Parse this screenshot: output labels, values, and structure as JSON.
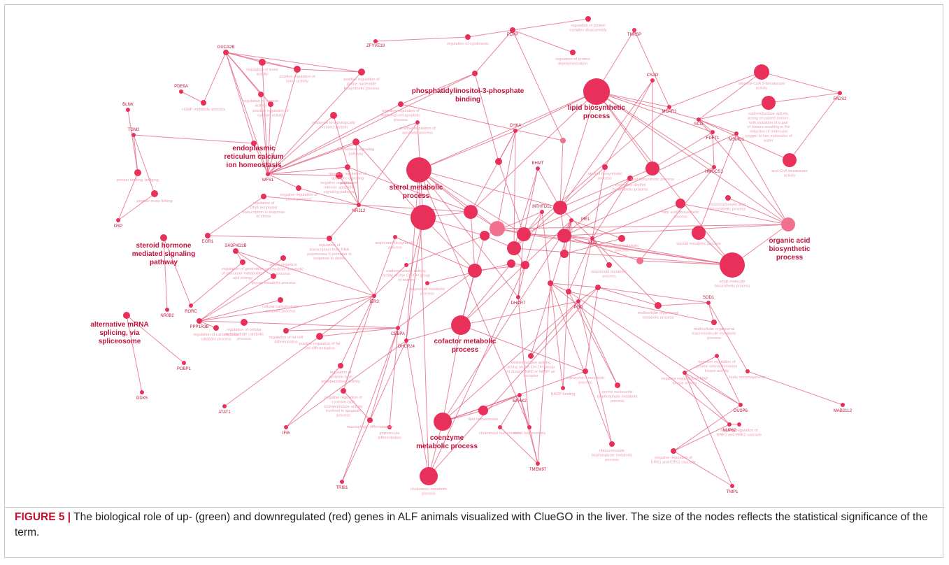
{
  "colors": {
    "node": "#e8305a",
    "node_light": "#f0708e",
    "edge": "#e25d7e",
    "gene_label": "#c0143c",
    "term_label": "#ee9ab0",
    "major_label": "#c0143c"
  },
  "caption": {
    "label": "FIGURE 5 |",
    "text": " The biological role of up- (green) and downregulated (red) genes in ALF animals visualized with ClueGO in the liver. The size of the nodes reflects the statistical significance of the term."
  },
  "network": {
    "genes": [
      {
        "id": "GUCA2B",
        "label": "GUCA2B"
      },
      {
        "id": "PDE9A",
        "label": "PDE9A"
      },
      {
        "id": "BLNK",
        "label": "BLNK"
      },
      {
        "id": "TGM2",
        "label": "TGM2"
      },
      {
        "id": "DSP",
        "label": "DSP"
      },
      {
        "id": "WFS1",
        "label": "WFS1"
      },
      {
        "id": "NR2L2",
        "label": "NR2L2"
      },
      {
        "id": "EGR1",
        "label": "EGR1"
      },
      {
        "id": "SH3PXD2B",
        "label": "SH3PXD2B"
      },
      {
        "id": "RORC",
        "label": "RORC"
      },
      {
        "id": "NR0B2",
        "label": "NR0B2"
      },
      {
        "id": "PPP1R3B",
        "label": "PPP1R3B"
      },
      {
        "id": "IER3",
        "label": "IER3"
      },
      {
        "id": "POBP1",
        "label": "POBP1"
      },
      {
        "id": "DDX5",
        "label": "DDX5"
      },
      {
        "id": "ATAT1",
        "label": "ATAT1"
      },
      {
        "id": "IFI6",
        "label": "IFI6"
      },
      {
        "id": "TRIB1",
        "label": "TRIB1"
      },
      {
        "id": "CEBPA",
        "label": "CEBPA"
      },
      {
        "id": "DHCR24",
        "label": "DHCR24"
      },
      {
        "id": "ZFYVE19",
        "label": "ZFYVE19"
      },
      {
        "id": "PDXP",
        "label": "PDXP"
      },
      {
        "id": "THRSP",
        "label": "THRSP"
      },
      {
        "id": "CSAD",
        "label": "CSAD"
      },
      {
        "id": "MCPR1",
        "label": "MCPR1"
      },
      {
        "id": "SCD",
        "label": "SCD"
      },
      {
        "id": "FADS2",
        "label": "FADS2"
      },
      {
        "id": "FDFT1",
        "label": "FDFT1"
      },
      {
        "id": "MSMO1",
        "label": "MSMO1"
      },
      {
        "id": "HMGCS1",
        "label": "HMGCS1"
      },
      {
        "id": "CHKA",
        "label": "CHKA"
      },
      {
        "id": "BHMT",
        "label": "BHMT"
      },
      {
        "id": "MTHFD1L",
        "label": "MTHFD1L"
      },
      {
        "id": "ME1",
        "label": "ME1"
      },
      {
        "id": "DHCR7",
        "label": "DHCR7"
      },
      {
        "id": "PGD",
        "label": "PGD"
      },
      {
        "id": "EPHX2",
        "label": "EPHX2"
      },
      {
        "id": "TMEM97",
        "label": "TMEM97"
      },
      {
        "id": "DUSP6",
        "label": "DUSP6"
      },
      {
        "id": "NUP62",
        "label": "NUP62"
      },
      {
        "id": "TNIP1",
        "label": "TNIP1"
      },
      {
        "id": "MAB21L2",
        "label": "MAB21L2"
      },
      {
        "id": "SOD1",
        "label": "SOD1"
      },
      {
        "id": "XND",
        "label": "XND"
      }
    ],
    "major_terms": [
      {
        "id": "lipid_biosynthetic",
        "lines": [
          "lipid biosynthetic",
          "process"
        ]
      },
      {
        "id": "pi3p_binding",
        "lines": [
          "phosphatidylinositol-3-phosphate",
          "binding"
        ]
      },
      {
        "id": "er_calcium",
        "lines": [
          "endoplasmic",
          "reticulum calcium",
          "ion homeostasis"
        ]
      },
      {
        "id": "sterol_metabolic",
        "lines": [
          "sterol metabolic",
          "process"
        ]
      },
      {
        "id": "steroid_hormone",
        "lines": [
          "steroid hormone",
          "mediated signaling",
          "pathway"
        ]
      },
      {
        "id": "alt_splicing",
        "lines": [
          "alternative mRNA",
          "splicing, via",
          "spliceosome"
        ]
      },
      {
        "id": "cofactor_metabolic",
        "lines": [
          "cofactor metabolic",
          "process"
        ]
      },
      {
        "id": "coenzyme_metabolic",
        "lines": [
          "coenzyme",
          "metabolic process"
        ]
      },
      {
        "id": "organic_acid",
        "lines": [
          "organic acid",
          "biosynthetic",
          "process"
        ]
      }
    ],
    "minor_terms": [
      {
        "id": "t1",
        "label": "regulation of lyase activity"
      },
      {
        "id": "t2",
        "label": "positive regulation of lyase activity"
      },
      {
        "id": "t3",
        "label": "positive regulation of purine nucleotide biosynthetic process"
      },
      {
        "id": "t4",
        "label": "regulation of cytokinesis"
      },
      {
        "id": "t5",
        "label": "regulation of protein complex disassembly"
      },
      {
        "id": "t6",
        "label": "regulation of protein depolymerization"
      },
      {
        "id": "t7",
        "label": "cGMP metabolic process"
      },
      {
        "id": "t8",
        "label": "positive regulation of cyclase activity"
      },
      {
        "id": "t9",
        "label": "regulation of cyclase activity"
      },
      {
        "id": "t10",
        "label": "protein binding, bridging"
      },
      {
        "id": "t11",
        "label": "peptide cross-linking"
      },
      {
        "id": "t12",
        "label": "response to topologically incorrect protein"
      },
      {
        "id": "t13",
        "label": "negative regulation of epithelial cell apoptotic process"
      },
      {
        "id": "t14",
        "label": "positive regulation of apoptotic process"
      },
      {
        "id": "t15",
        "label": "ER-nucleus signaling pathway"
      },
      {
        "id": "t16",
        "label": "negative regulation of intrinsic apoptotic signaling pathway"
      },
      {
        "id": "t17",
        "label": "negative regulation of blood pressure"
      },
      {
        "id": "t18",
        "label": "regulation of DNA-templated transcription in response to stress"
      },
      {
        "id": "t19",
        "label": "regulation of transcription from RNA polymerase II promoter in response to stress"
      },
      {
        "id": "t20",
        "label": "regulation of generation of precursor metabolites and energy"
      },
      {
        "id": "t21",
        "label": "single-organism carbohydrate metabolic process"
      },
      {
        "id": "t22",
        "label": "glucan metabolic process"
      },
      {
        "id": "t23",
        "label": "cellular carbohydrate catabolic process"
      },
      {
        "id": "t24",
        "label": "regulation of cellular carbohydrate catabolic process"
      },
      {
        "id": "t25",
        "label": "regulation of carbohydrate catabolic process"
      },
      {
        "id": "t26",
        "label": "regulation of fat cell differentiation"
      },
      {
        "id": "t27",
        "label": "positive regulation of fat cell differentiation"
      },
      {
        "id": "t28",
        "label": "regulation of cysteine-type endopeptidase activity"
      },
      {
        "id": "t29",
        "label": "negative regulation of cysteine-type endopeptidase activity involved in apoptotic process"
      },
      {
        "id": "t30",
        "label": "macrophage differentiation"
      },
      {
        "id": "t31",
        "label": "granulocyte differentiation"
      },
      {
        "id": "t32",
        "label": "isoprenoid metabolic process"
      },
      {
        "id": "t33",
        "label": "oxidoreductase activity, acting on the CH-OH group of donors"
      },
      {
        "id": "t34",
        "label": "isoprenoid biosynthetic process"
      },
      {
        "id": "t35",
        "label": "cholesterol metabolic process"
      },
      {
        "id": "t36",
        "label": "sterol homeostasis"
      },
      {
        "id": "t37",
        "label": "cholesterol homeostasis"
      },
      {
        "id": "t38",
        "label": "lipid homeostasis"
      },
      {
        "id": "t39",
        "label": "stearoyl-CoA 9-desaturase activity"
      },
      {
        "id": "t40",
        "label": "oxidoreductase activity, acting on paired donors, with oxidation of a pair of donors resulting in the reduction of molecular oxygen to two molecules of water"
      },
      {
        "id": "t41",
        "label": "acyl-CoA desaturase activity"
      },
      {
        "id": "t42",
        "label": "fatty acid biosynthetic process"
      },
      {
        "id": "t43",
        "label": "monocarboxylic acid biosynthetic process"
      },
      {
        "id": "t44",
        "label": "small molecule biosynthetic process"
      },
      {
        "id": "t45",
        "label": "multicellular organismal metabolic process"
      },
      {
        "id": "t46",
        "label": "multicellular organismal macromolecule metabolic process"
      },
      {
        "id": "t47",
        "label": "negative regulation of protein serine/threonine kinase activity"
      },
      {
        "id": "t48",
        "label": "negative regulation of MAP kinase activity"
      },
      {
        "id": "t49",
        "label": "negative regulation of ERK1 and ERK2 cascade"
      },
      {
        "id": "t50",
        "label": "ribonucleoside bisphosphate metabolic process"
      },
      {
        "id": "t51",
        "label": "purine nucleoside bisphosphate metabolic process"
      },
      {
        "id": "t52",
        "label": "coenzyme A metabolic process"
      },
      {
        "id": "t53",
        "label": "NADP binding"
      },
      {
        "id": "t54",
        "label": "oxidoreductase activity, acting on the CH-OH group of donors, NAD or NADP as acceptor"
      },
      {
        "id": "t55",
        "label": "isoprenoid metabolic process"
      },
      {
        "id": "t56",
        "label": "steroid metabolic process"
      },
      {
        "id": "t57",
        "label": "lipid biosynthetic process"
      },
      {
        "id": "t58",
        "label": "alcohol biosynthetic process"
      },
      {
        "id": "t59",
        "label": "secondary alcohol biosynthetic process"
      },
      {
        "id": "t60",
        "label": "glycolipid metabolic process"
      },
      {
        "id": "t61",
        "label": "negative regulation of apoptotic signaling pathway"
      },
      {
        "id": "t62",
        "label": "body morphogenesis"
      },
      {
        "id": "t63",
        "label": "negative regulation of ERK1 and ERK2 cascade"
      }
    ]
  }
}
